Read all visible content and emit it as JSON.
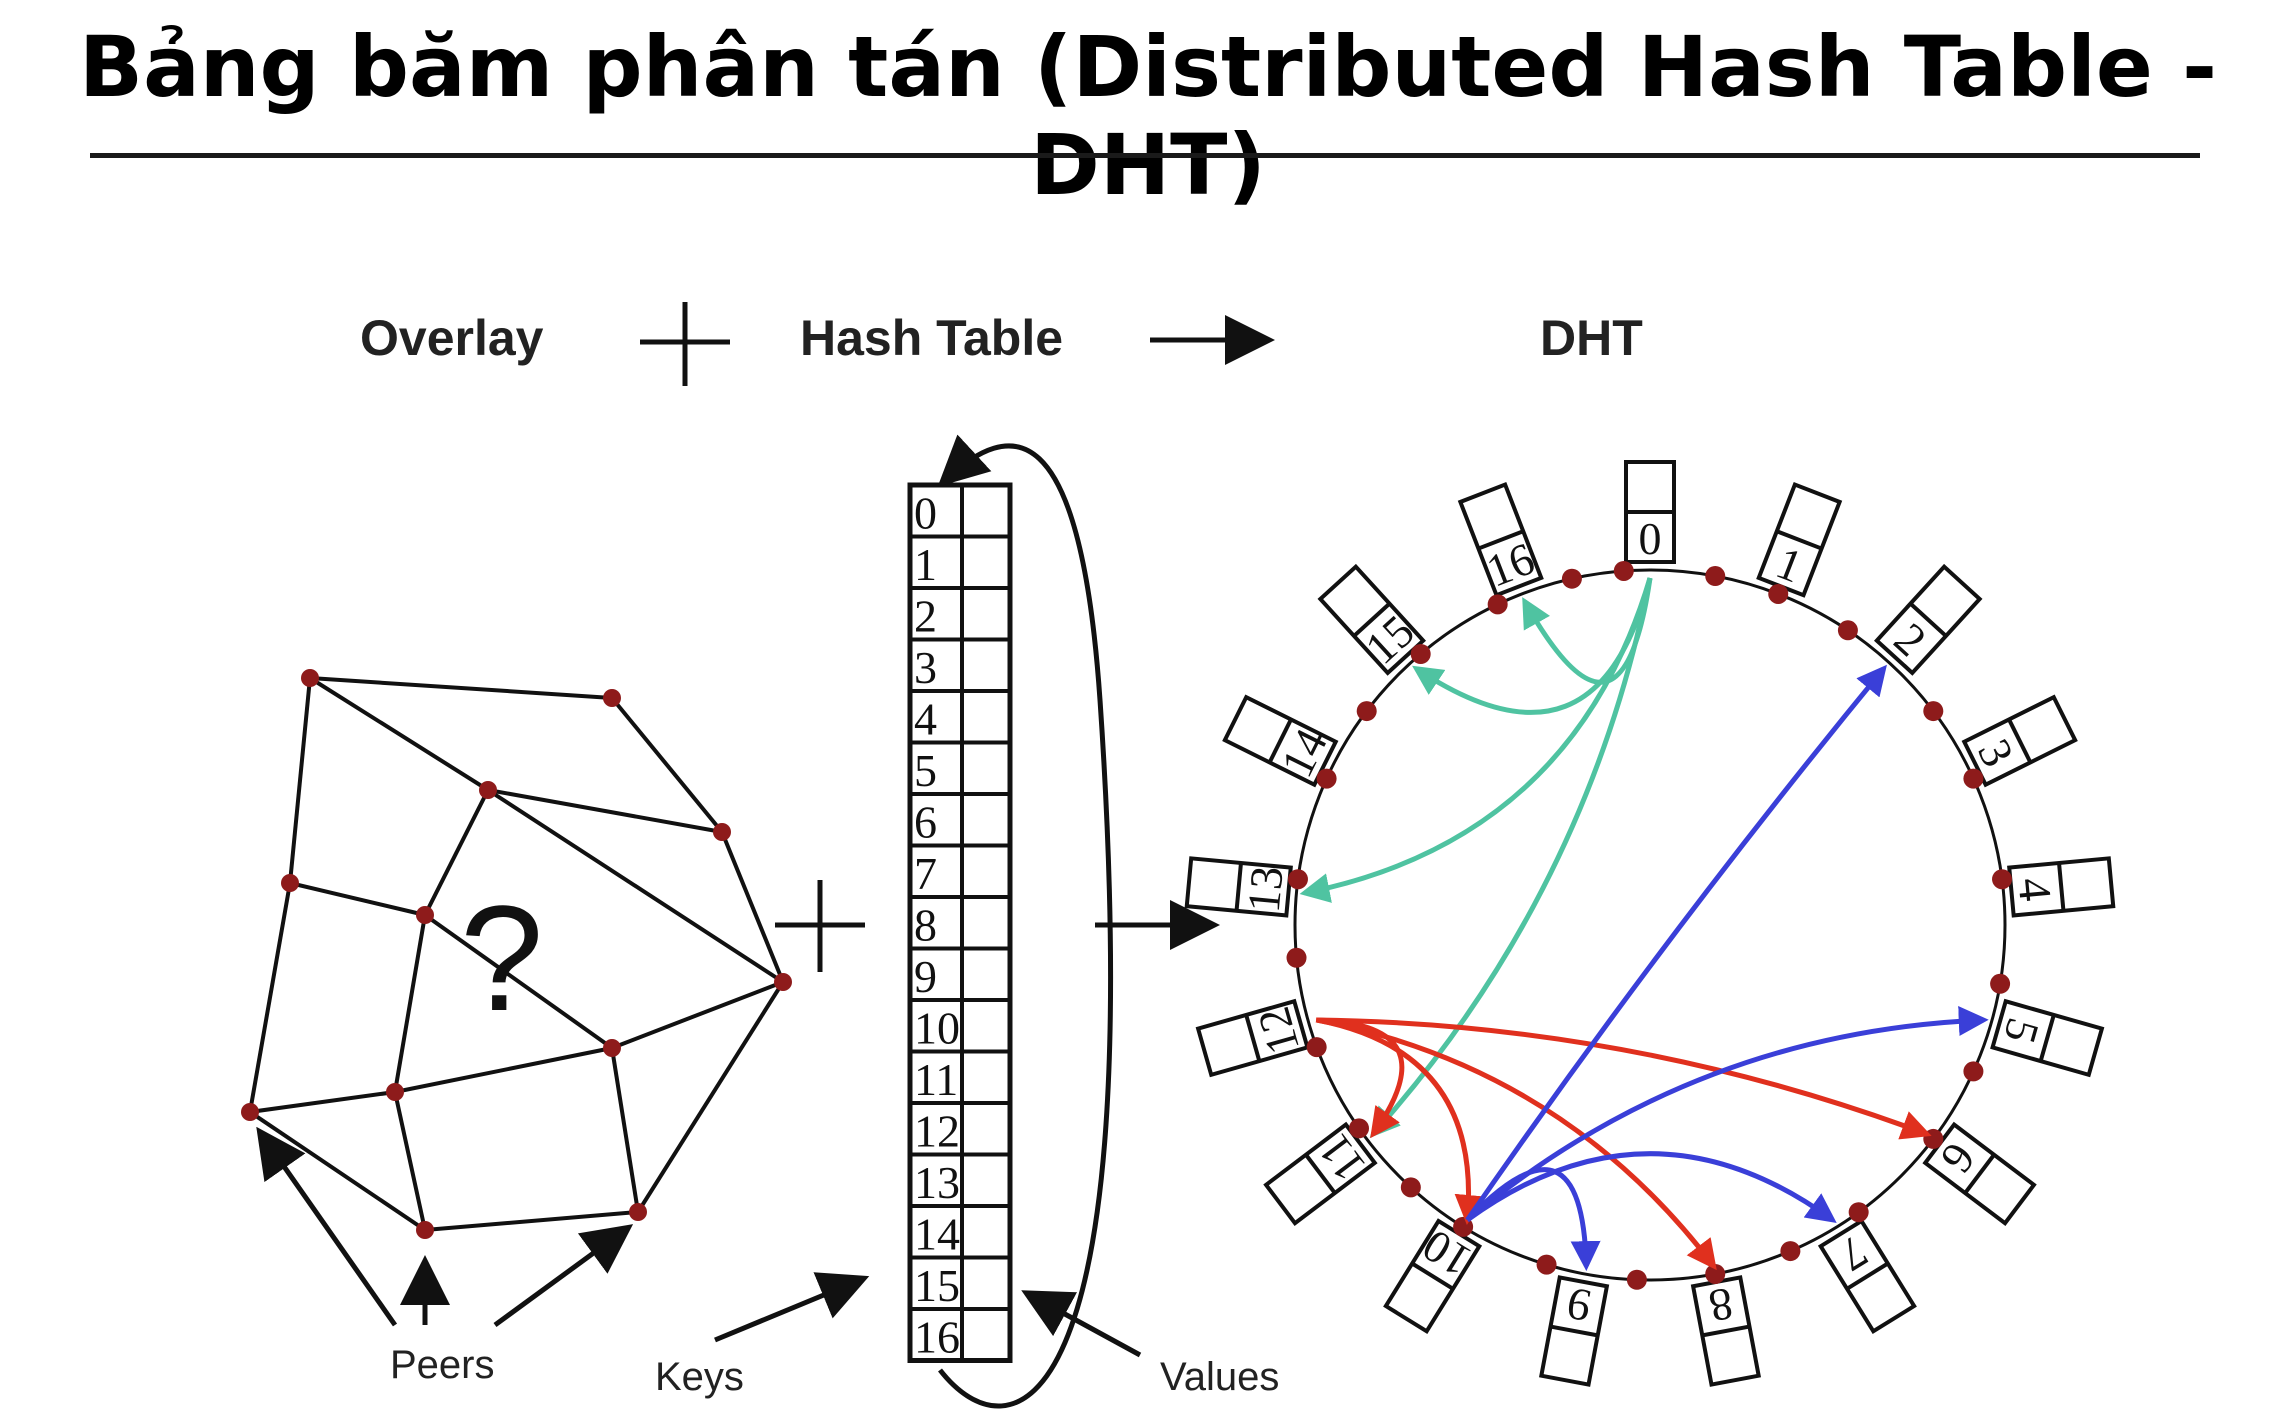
{
  "title": "Bảng băm phân tán (Distributed Hash Table - DHT)",
  "headers": {
    "overlay": "Overlay",
    "hash_table": "Hash Table",
    "dht": "DHT"
  },
  "labels": {
    "peers": "Peers",
    "keys": "Keys",
    "values": "Values",
    "question": "?"
  },
  "table_keys": [
    "0",
    "1",
    "2",
    "3",
    "4",
    "5",
    "6",
    "7",
    "8",
    "9",
    "10",
    "11",
    "12",
    "13",
    "14",
    "15",
    "16"
  ],
  "ring_keys": [
    "0",
    "1",
    "2",
    "3",
    "4",
    "5",
    "6",
    "7",
    "8",
    "9",
    "10",
    "11",
    "12",
    "13",
    "14",
    "15",
    "16"
  ],
  "arrows": {
    "teal": {
      "color": "#4fc3a1",
      "from": "0",
      "to": [
        "16",
        "15",
        "13",
        "11"
      ]
    },
    "red": {
      "color": "#e0301e",
      "from": "12",
      "to": [
        "11",
        "10",
        "8",
        "6"
      ]
    },
    "blue": {
      "color": "#3a3fd8",
      "from": "10",
      "to": [
        "2",
        "5",
        "7",
        "9"
      ]
    }
  },
  "colors": {
    "peer_dot": "#8e1b1b",
    "line": "#111111"
  }
}
